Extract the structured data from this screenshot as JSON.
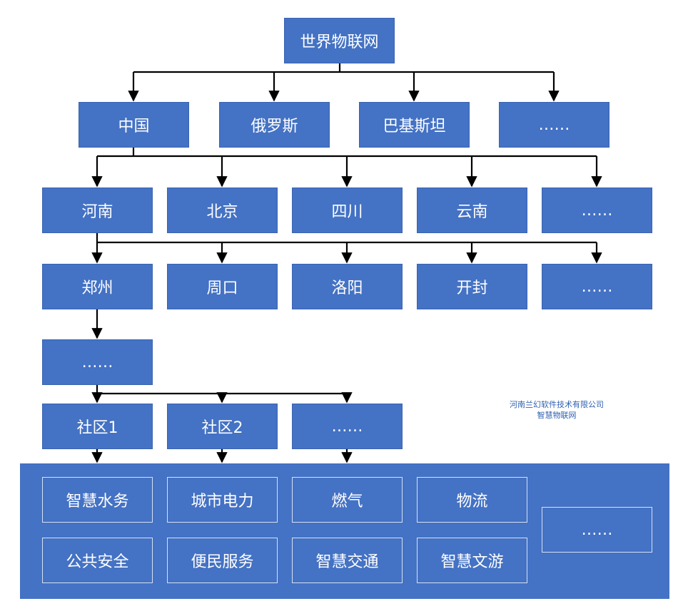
{
  "root": "世界物联网",
  "countries": [
    "中国",
    "俄罗斯",
    "巴基斯坦",
    "……"
  ],
  "provinces": [
    "河南",
    "北京",
    "四川",
    "云南",
    "……"
  ],
  "cities": [
    "郑州",
    "周口",
    "洛阳",
    "开封",
    "……"
  ],
  "district": "……",
  "communities": [
    "社区1",
    "社区2",
    "……"
  ],
  "services": {
    "row1": [
      "智慧水务",
      "城市电力",
      "燃气",
      "物流"
    ],
    "row2": [
      "公共安全",
      "便民服务",
      "智慧交通",
      "智慧文游"
    ],
    "more": "……"
  },
  "company": {
    "name": "河南兰幻软件技术有限公司",
    "product": "智慧物联网"
  },
  "colors": {
    "node": "#4472C4",
    "line": "#000000",
    "company_text": "#2e5fb0"
  }
}
